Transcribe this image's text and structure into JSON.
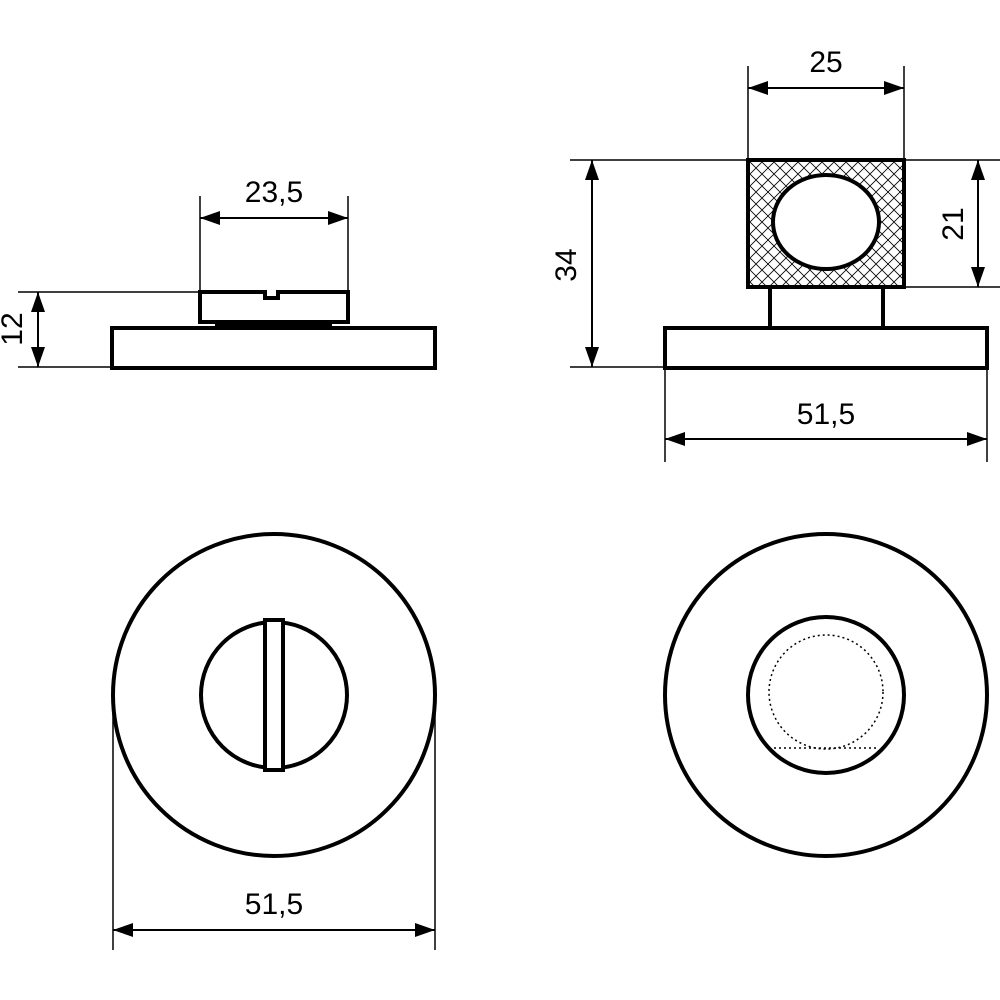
{
  "side_view": {
    "width_label": "23,5",
    "height_label": "12"
  },
  "front_view": {
    "top_width_label": "25",
    "total_height_label": "34",
    "top_height_label": "21",
    "base_width_label": "51,5"
  },
  "top_view": {
    "diameter_label": "51,5"
  }
}
